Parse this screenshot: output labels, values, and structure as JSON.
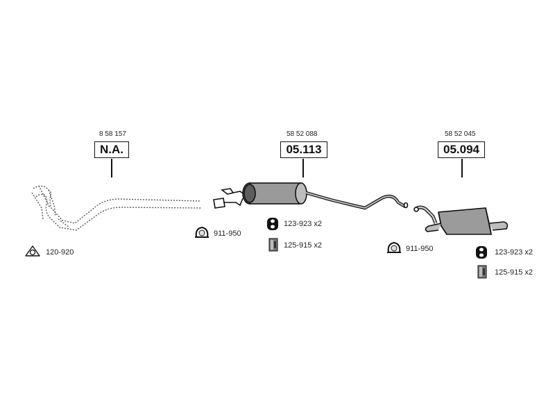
{
  "groups": [
    {
      "ref": "8 58 157",
      "part": "N.A."
    },
    {
      "ref": "58 52 088",
      "part": "05.113"
    },
    {
      "ref": "58 52 045",
      "part": "05.094"
    }
  ],
  "accessories": {
    "front_gasket": "120-920",
    "mid_clamp": "911-950",
    "mid_rubber": "123-923 x2",
    "mid_bracket": "125-915 x2",
    "rear_clamp": "911-950",
    "rear_rubber": "123-923 x2",
    "rear_bracket": "125-915 x2"
  }
}
